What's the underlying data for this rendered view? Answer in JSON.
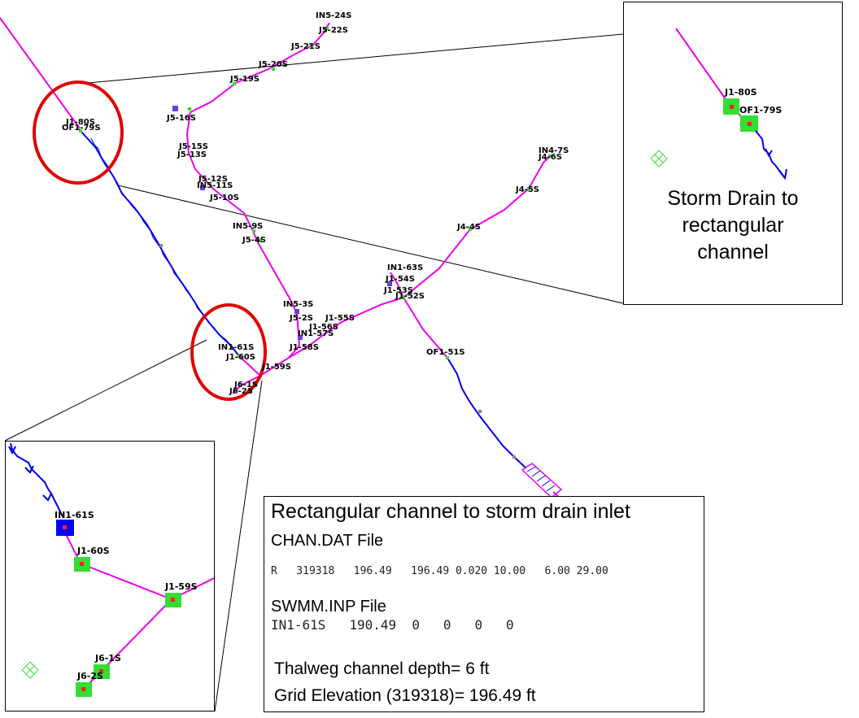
{
  "colors": {
    "pipe": "#ee00ee",
    "channel": "#0000ee",
    "node": "#33dd33",
    "inlet": "#0000ff",
    "marker": "#ff0000",
    "callout": "#e00000"
  },
  "map_labels": {
    "j1_80s": "J1-80S",
    "of1_79s": "OF1-79S",
    "in5_24s": "IN5-24S",
    "j5_22s": "J5-22S",
    "j5_21s": "J5-21S",
    "j5_20s": "J5-20S",
    "j5_19s": "J5-19S",
    "j5_16s": "J5-16S",
    "j5_15s": "J5-15S",
    "j5_13s": "J5-13S",
    "j5_12s": "J5-12S",
    "in5_11s": "IN5-11S",
    "j5_10s": "J5-10S",
    "in5_9s": "IN5-9S",
    "j5_4s": "J5-4S",
    "in5_3s": "IN5-3S",
    "j5_2s": "J5-2S",
    "in1_57s": "IN1-57S",
    "j1_56s": "J1-56S",
    "j1_55s": "J1-55S",
    "j1_58s": "J1-58S",
    "j1_59s": "J1-59S",
    "in1_61s": "IN1-61S",
    "j1_60s": "J1-60S",
    "j6_1s": "J6-1S",
    "j6_2s": "J6-2S",
    "j1_54s": "J1-54S",
    "j1_53s": "J1-53S",
    "j1_52s": "J1-52S",
    "in1_63s": "IN1-63S",
    "of1_51s": "OF1-51S",
    "j4_4s": "J4-4S",
    "j4_5s": "J4-5S",
    "in4_7s": "IN4-7S",
    "j4_6s": "J4-6S"
  },
  "inset_top_right": {
    "label_j1_80s": "J1-80S",
    "label_of1_79s": "OF1-79S",
    "caption_line1": "Storm Drain to",
    "caption_line2": "rectangular",
    "caption_line3": "channel"
  },
  "inset_bottom_left": {
    "label_in1_61s": "IN1-61S",
    "label_j1_60s": "J1-60S",
    "label_j1_59s": "J1-59S",
    "label_j6_1s": "J6-1S",
    "label_j6_2s": "J6-2S"
  },
  "info_box": {
    "title": "Rectangular channel to storm drain inlet",
    "chan_heading": "CHAN.DAT File",
    "chan_line": "R   319318   196.49   196.49 0.020 10.00   6.00 29.00",
    "swmm_heading": "SWMM.INP File",
    "swmm_line": "IN1-61S   190.49  0   0   0   0",
    "depth_text": "Thalweg channel depth= 6 ft",
    "elevation_text": "Grid Elevation (319318)= 196.49 ft"
  }
}
